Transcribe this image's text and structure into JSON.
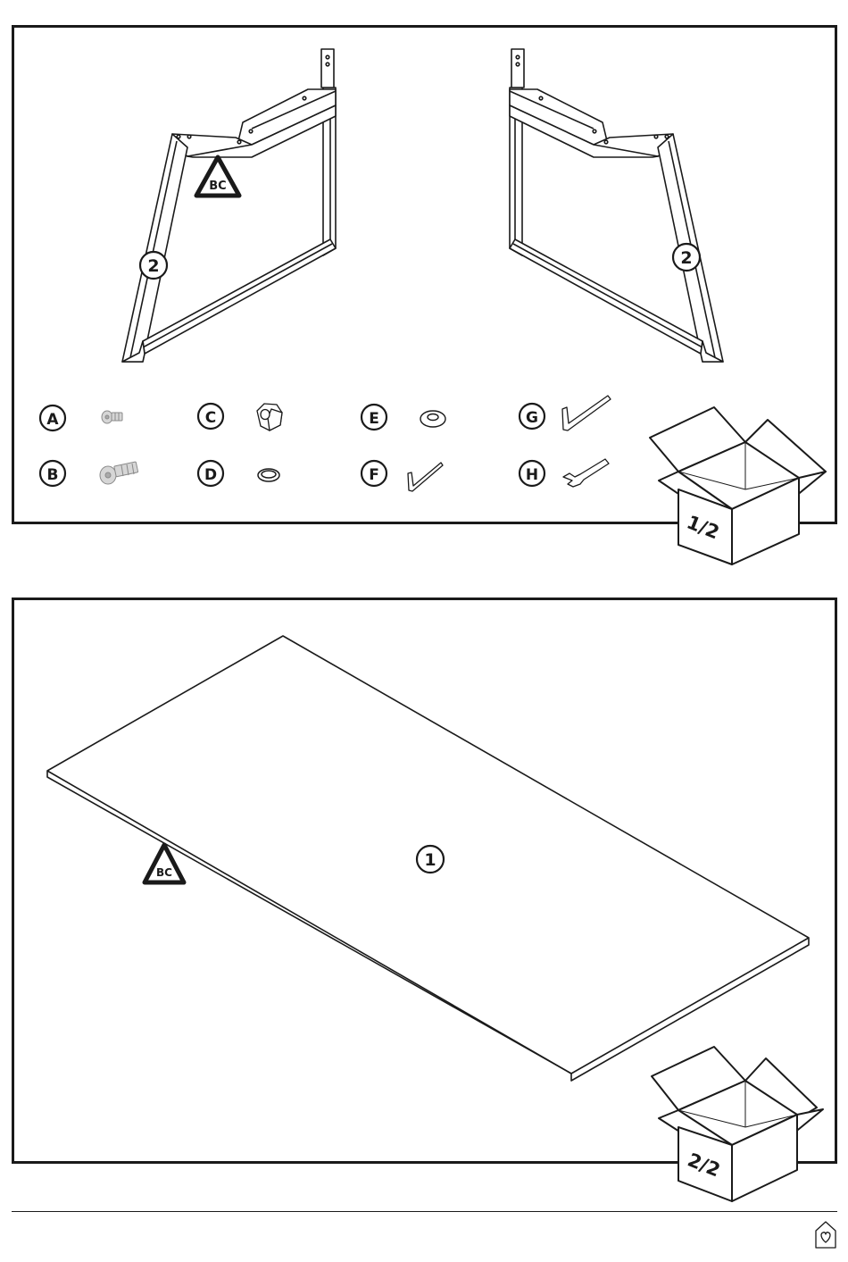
{
  "parts": {
    "leg_label": "2",
    "tabletop_label": "1",
    "warning_code": "BC"
  },
  "hardware": [
    {
      "letter": "A",
      "icon": "screw-short-icon"
    },
    {
      "letter": "B",
      "icon": "screw-long-icon"
    },
    {
      "letter": "C",
      "icon": "hex-nut-icon"
    },
    {
      "letter": "D",
      "icon": "split-lock-washer-icon"
    },
    {
      "letter": "E",
      "icon": "flat-washer-icon"
    },
    {
      "letter": "F",
      "icon": "allen-key-small-icon"
    },
    {
      "letter": "G",
      "icon": "allen-key-large-icon"
    },
    {
      "letter": "H",
      "icon": "wrench-icon"
    }
  ],
  "boxes": {
    "box1_label": "1/2",
    "box2_label": "2/2"
  },
  "colors": {
    "line": "#1a1a1a",
    "hardware_gray": "#9a9a9a"
  }
}
